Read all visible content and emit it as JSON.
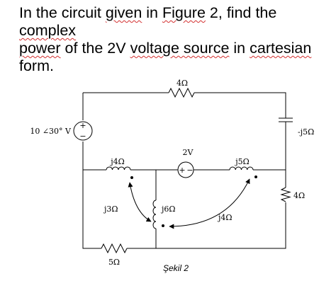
{
  "question": {
    "line1": [
      "In the circuit ",
      "given",
      " in ",
      "Figure",
      " 2, find the ",
      "complex"
    ],
    "line2": [
      "power",
      " of the 2V ",
      "voltage source",
      " in ",
      "cartesian"
    ],
    "line3": [
      "form."
    ]
  },
  "circuit": {
    "labels": {
      "r_top": "4Ω",
      "v_source": "10 ∠30° V",
      "v_src_plus": "+",
      "v_src_minus": "−",
      "cap": "-j5Ω",
      "source_2v": "2V",
      "src2_plus": "+",
      "src2_minus": "−",
      "l_left": "j4Ω",
      "l_right": "j5Ω",
      "l_center": "j6Ω",
      "mutual_left": "j3Ω",
      "mutual_right": "j4Ω",
      "r_right": "4Ω",
      "r_bottom": "5Ω"
    }
  },
  "caption": "Şekil 2"
}
